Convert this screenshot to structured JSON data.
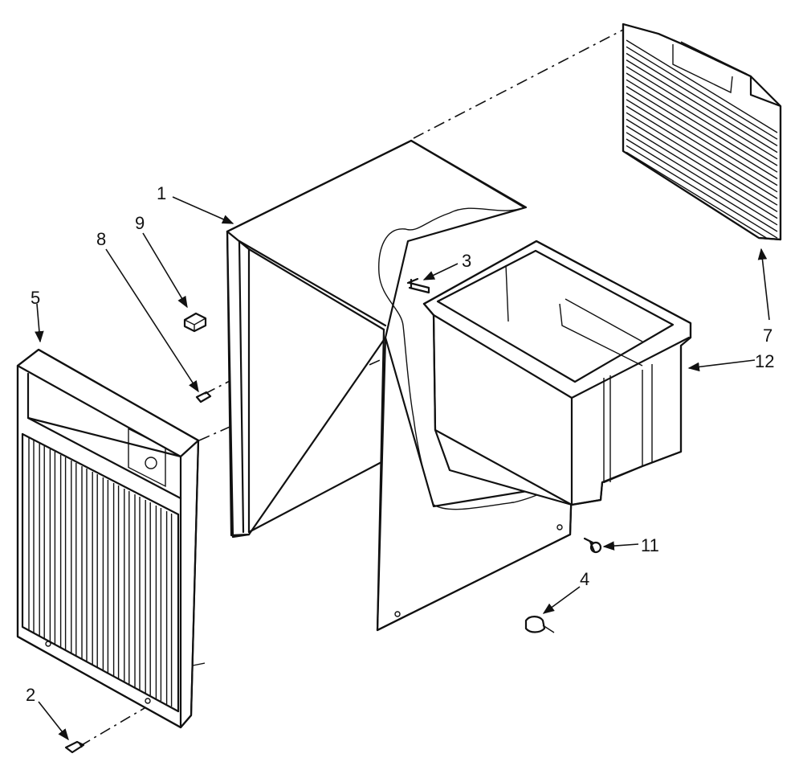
{
  "callouts": {
    "c1": "1",
    "c2": "2",
    "c3": "3",
    "c4": "4",
    "c5": "5",
    "c7": "7",
    "c8": "8",
    "c9": "9",
    "c11": "11",
    "c12": "12"
  }
}
